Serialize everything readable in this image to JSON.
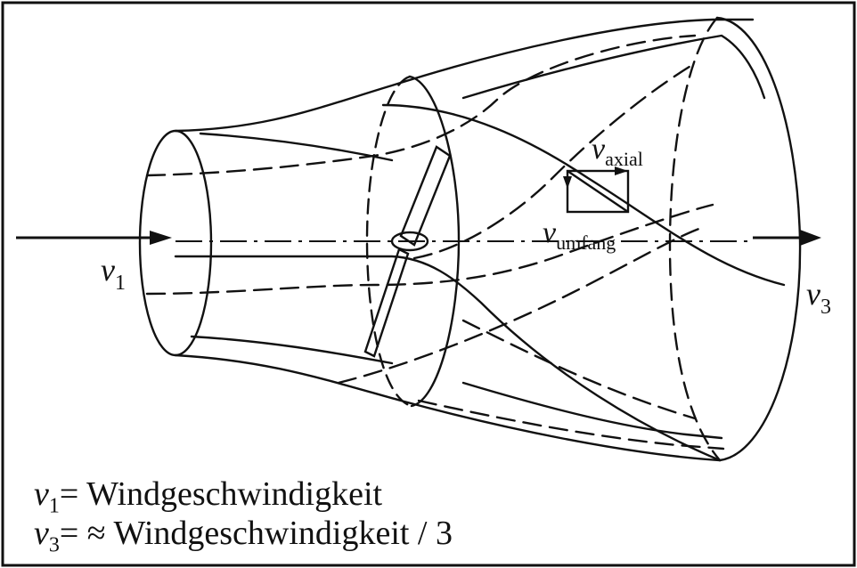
{
  "labels": {
    "v1_symbol": "v",
    "v1_index": "1",
    "v3_symbol": "v",
    "v3_index": "3",
    "vaxial_symbol": "v",
    "vaxial_sub": "axial",
    "vumfang_symbol": "v",
    "vumfang_sub": "umfang"
  },
  "legend": {
    "line1_symbol": "v",
    "line1_index": "1",
    "line1_text": "= Windgeschwindigkeit",
    "line2_symbol": "v",
    "line2_index": "3",
    "line2_text": "= ≈ Windgeschwindigkeit / 3"
  },
  "colors": {
    "line": "#111111",
    "background": "#ffffff"
  }
}
